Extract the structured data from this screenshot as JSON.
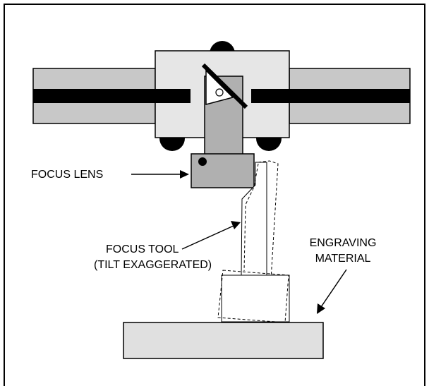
{
  "labels": {
    "focus_lens": "FOCUS LENS",
    "focus_tool_line1": "FOCUS TOOL",
    "focus_tool_line2": "(TILT EXAGGERATED)",
    "engraving_line1": "ENGRAVING",
    "engraving_line2": "MATERIAL"
  },
  "colors": {
    "rail": "#c8c8c8",
    "rail_stripe": "#000000",
    "carriage": "#e6e6e6",
    "lens_body": "#b0b0b0",
    "material": "#e0e0e0",
    "outline": "#000000"
  }
}
